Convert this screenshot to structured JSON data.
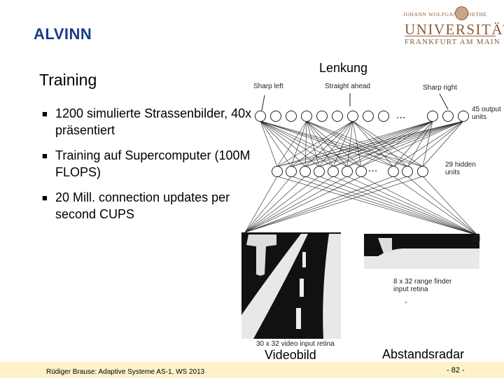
{
  "slide": {
    "title": "ALVINN",
    "section_heading": "Training",
    "bullets": [
      "1200 simulierte Strassenbilder, 40x präsentiert",
      "Training auf Supercomputer (100M FLOPS)",
      "20 Mill. connection updates per second CUPS"
    ],
    "caption_top": "Lenkung",
    "caption_video": "Videobild",
    "caption_radar": "Abstandsradar"
  },
  "logo": {
    "line_small": "JOHANN WOLFGANG    GOETHE",
    "line_big": "UNIVERSITÄT",
    "line_sub": "FRANKFURT AM MAIN"
  },
  "figure": {
    "sharp_left": "Sharp left",
    "straight_ahead": "Straight ahead",
    "sharp_right": "Sharp right",
    "output_units_1": "45 output",
    "output_units_2": "units",
    "hidden_units_1": "29 hidden",
    "hidden_units_2": "units",
    "range_finder_1": "8 x 32 range finder",
    "range_finder_2": "input retina",
    "video_retina": "30 x 32 video input retina",
    "ellipsis": "..."
  },
  "footer": {
    "text": "Rüdiger Brause: Adaptive Systeme AS-1, WS 2013",
    "page": "- 82 -"
  },
  "colors": {
    "title": "#1a3a8c",
    "logo": "#8a5a3c",
    "footer_bg": "#fdf2c9"
  }
}
